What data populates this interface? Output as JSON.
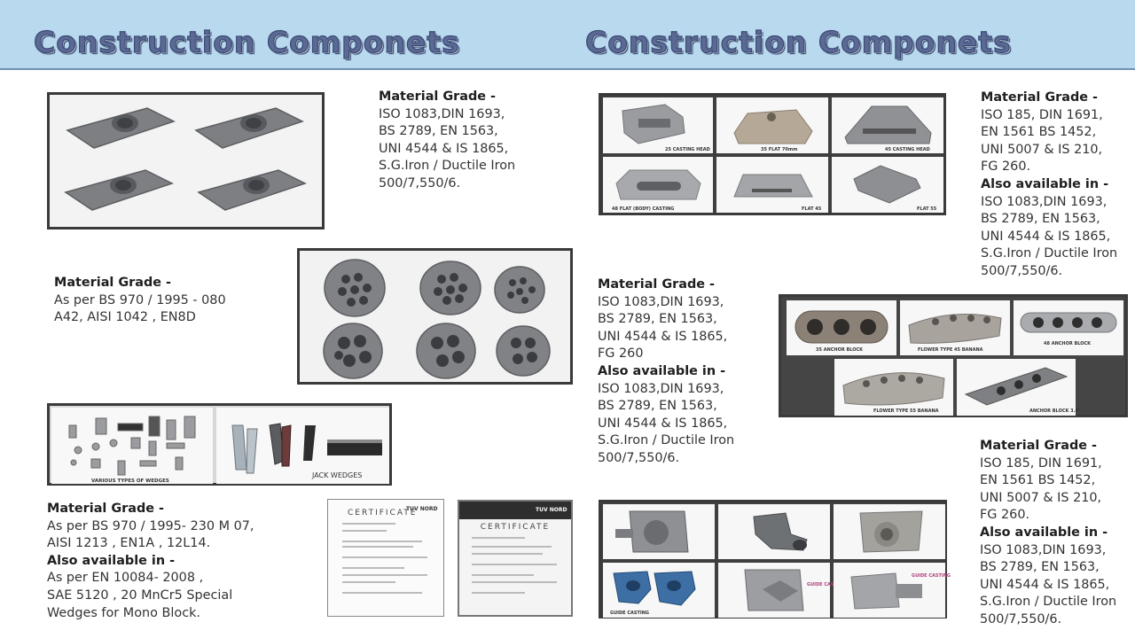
{
  "header": {
    "title_left": "Construction Componets",
    "title_right": "Construction Componets"
  },
  "colors": {
    "header_bg": "#b9d9ef",
    "title": "#5a6a93",
    "metal": "#8a8c8f",
    "blue_part": "#3d6fa5"
  },
  "block1": {
    "heading": "Material Grade -",
    "lines": [
      "ISO 1083,DIN 1693,",
      "BS 2789, EN 1563,",
      "UNI 4544 & IS 1865,",
      "S.G.Iron / Ductile Iron",
      "500/7,550/6."
    ]
  },
  "block2": {
    "heading": "Material Grade -",
    "lines": [
      "As per BS 970 / 1995 - 080",
      "A42, AISI 1042 , EN8D"
    ]
  },
  "block3": {
    "heading": "Material Grade -",
    "lines": [
      "As per BS 970 / 1995- 230 M 07,",
      "AISI 1213 , EN1A , 12L14."
    ],
    "heading2": "Also available in -",
    "lines2": [
      "As per EN 10084- 2008 ,",
      "SAE 5120 , 20 MnCr5 Special",
      "Wedges for Mono Block."
    ]
  },
  "block4": {
    "heading": "Material Grade -",
    "lines": [
      "ISO 1083,DIN 1693,",
      "BS 2789, EN 1563,",
      "UNI 4544 & IS 1865,",
      "FG 260"
    ],
    "heading2": "Also available in -",
    "lines2": [
      "ISO 1083,DIN 1693,",
      "BS 2789, EN 1563,",
      "UNI 4544 & IS 1865,",
      "S.G.Iron / Ductile Iron",
      "500/7,550/6."
    ]
  },
  "block5": {
    "heading": "Material Grade -",
    "lines": [
      "ISO 185, DIN 1691,",
      "EN 1561 BS 1452,",
      "UNI 5007 & IS 210,",
      "FG 260."
    ],
    "heading2": "Also available in -",
    "lines2": [
      "ISO 1083,DIN 1693,",
      "BS 2789, EN 1563,",
      "UNI 4544 & IS 1865,",
      "S.G.Iron / Ductile Iron",
      "500/7,550/6."
    ]
  },
  "block6": {
    "heading": "Material Grade -",
    "lines": [
      "ISO 185, DIN 1691,",
      "EN 1561 BS 1452,",
      "UNI 5007 & IS 210,",
      "FG 260."
    ],
    "heading2": "Also available in -",
    "lines2": [
      "ISO 1083,DIN 1693,",
      "BS 2789, EN 1563,",
      "UNI 4544 & IS 1865,",
      "S.G.Iron / Ductile Iron",
      "500/7,550/6."
    ]
  },
  "wedges": {
    "cap1": "VARIOUS TYPES OF WEDGES",
    "cap2": "JACK WEDGES"
  },
  "castings": {
    "c1": "25 CASTING HEAD",
    "c2": "35 FLAT 70mm",
    "c3": "45 CASTING HEAD",
    "c4": "48 FLAT (BODY) CASTING",
    "c5": "FLAT 45",
    "c6": "FLAT 55"
  },
  "anchors": {
    "a1": "35 ANCHOR BLOCK",
    "a2": "FLOWER TYPE 45 BANANA",
    "a3": "48 ANCHOR BLOCK",
    "a4": "FLOWER TYPE 55 BANANA",
    "a5": "ANCHOR BLOCK 3.8\""
  },
  "guides": {
    "g1": "GUIDE CASTING",
    "g2": "GUIDE CASTING",
    "g3": "GUIDE CASTING"
  },
  "certs": {
    "c1_title": "CERTIFICATE",
    "c1_logo": "TUV NORD",
    "c2_title": "CERTIFICATE",
    "c2_logo": "TUV NORD"
  }
}
